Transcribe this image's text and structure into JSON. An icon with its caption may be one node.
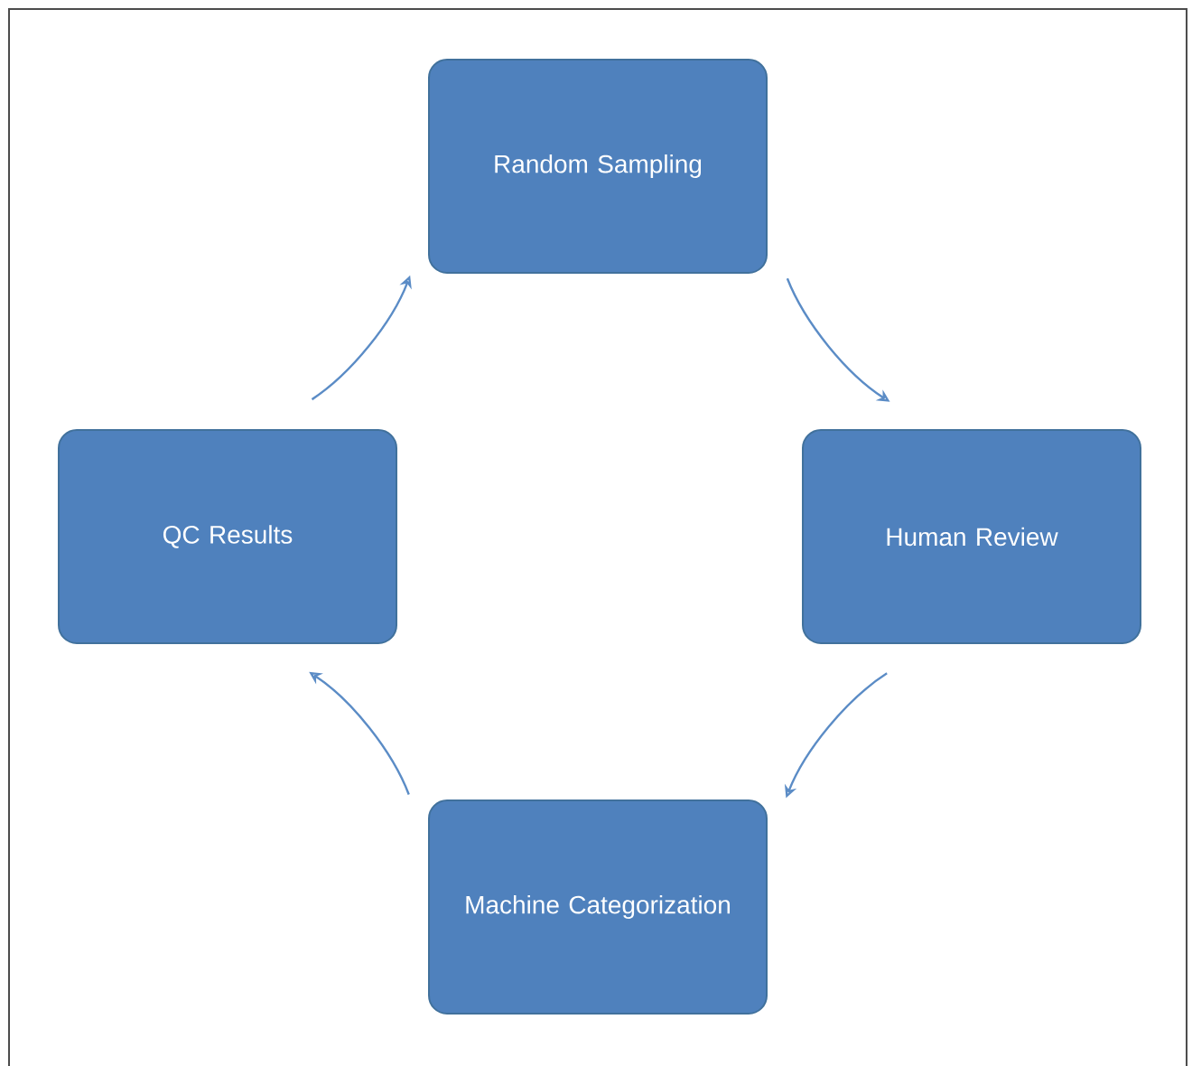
{
  "diagram": {
    "nodes": [
      {
        "text": [
          "Random Sampling"
        ]
      },
      {
        "text": [
          "QC Results"
        ]
      },
      {
        "text": [
          "Human Review"
        ]
      },
      {
        "text": [
          "Machine Categorization"
        ]
      }
    ],
    "edges": [
      {
        "from": 0,
        "to": 2,
        "arrow": "to"
      },
      {
        "from": 2,
        "to": 3,
        "arrow": "to"
      },
      {
        "from": 3,
        "to": 1,
        "arrow": "to"
      },
      {
        "from": 1,
        "to": 0,
        "arrow": "to"
      }
    ]
  }
}
